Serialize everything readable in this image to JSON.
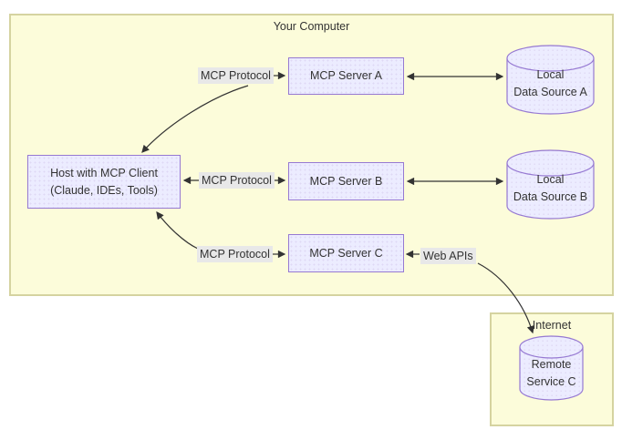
{
  "clusters": {
    "your_computer": {
      "title": "Your Computer"
    },
    "internet": {
      "title": "Internet"
    }
  },
  "nodes": {
    "host": {
      "line1": "Host with MCP Client",
      "line2": "(Claude, IDEs, Tools)"
    },
    "server_a": {
      "label": "MCP Server A"
    },
    "server_b": {
      "label": "MCP Server B"
    },
    "server_c": {
      "label": "MCP Server C"
    },
    "data_source_a": {
      "line1": "Local",
      "line2": "Data Source A"
    },
    "data_source_b": {
      "line1": "Local",
      "line2": "Data Source B"
    },
    "remote_service_c": {
      "line1": "Remote",
      "line2": "Service C"
    }
  },
  "edges": [
    {
      "from": "host",
      "to": "server_a",
      "label": "MCP Protocol",
      "arrows": "both"
    },
    {
      "from": "host",
      "to": "server_b",
      "label": "MCP Protocol",
      "arrows": "both"
    },
    {
      "from": "host",
      "to": "server_c",
      "label": "MCP Protocol",
      "arrows": "both"
    },
    {
      "from": "server_a",
      "to": "data_source_a",
      "label": "",
      "arrows": "both"
    },
    {
      "from": "server_b",
      "to": "data_source_b",
      "label": "",
      "arrows": "both"
    },
    {
      "from": "server_c",
      "to": "remote_service_c",
      "label": "Web APIs",
      "arrows": "both"
    }
  ],
  "colors": {
    "cluster_fill": "#fcfcda",
    "cluster_border": "#aaaa33",
    "node_fill": "#ECECFF",
    "node_border": "#9370DB",
    "edge_label_bg": "#e8e8e8",
    "line": "#333333",
    "text": "#333333"
  }
}
